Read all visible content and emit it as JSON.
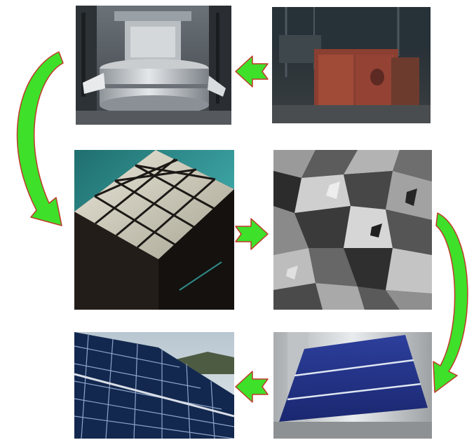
{
  "diagram": {
    "steps": [
      {
        "icon": "arc-furnace-photo"
      },
      {
        "icon": "silicon-melting-furnace-photo"
      },
      {
        "icon": "silicon-ingot-blocks-photo"
      },
      {
        "icon": "multicrystalline-wafer-photo"
      },
      {
        "icon": "solar-cell-photo"
      },
      {
        "icon": "solar-panel-array-photo"
      }
    ],
    "colors": {
      "arrow_fill": "#3ee02a",
      "arrow_stroke": "#c0392b"
    }
  }
}
